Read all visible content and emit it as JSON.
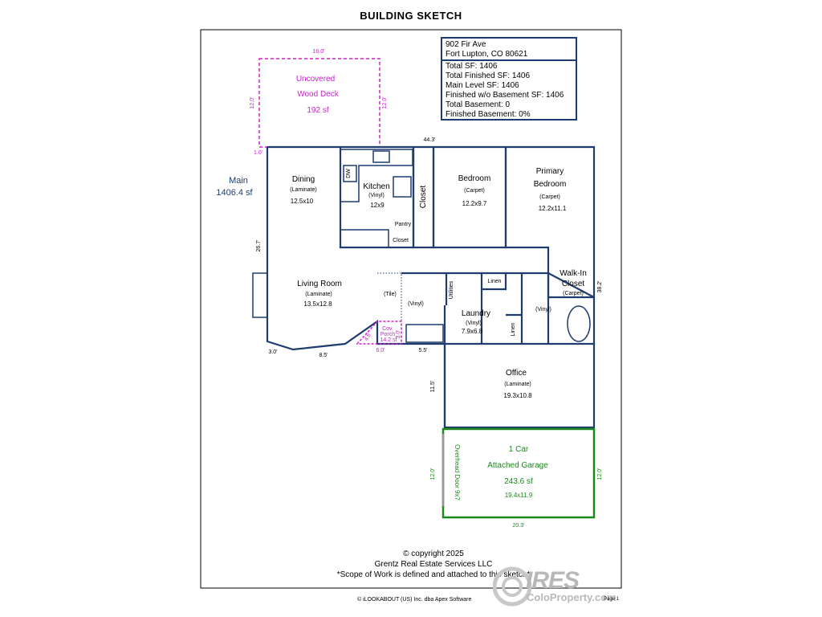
{
  "title": "BUILDING SKETCH",
  "info": {
    "address_line1": "902 Fir Ave",
    "address_line2": "Fort Lupton, CO 80621",
    "total_sf": "Total SF: 1406",
    "total_finished_sf": "Total Finished SF: 1406",
    "main_level_sf": "Main Level SF: 1406",
    "finished_wo_basement": "Finished w/o Basement SF: 1406",
    "total_basement": "Total Basement: 0",
    "finished_basement": "Finished Basement: 0%"
  },
  "deck": {
    "line1": "Uncovered",
    "line2": "Wood Deck",
    "area": "192 sf",
    "dim_top": "16.0'",
    "dim_left": "12.0'",
    "dim_right": "12.0'",
    "dim_offset": "1.0'"
  },
  "main": {
    "label": "Main",
    "area": "1406.4 sf",
    "dim_top": "44.3'",
    "dim_left": "26.7'",
    "dim_right": "38.2'",
    "dim_bottom_a": "3.0'",
    "dim_bottom_b": "8.5'",
    "dim_bottom_c": "5.5'",
    "dim_office_left": "11.5'"
  },
  "rooms": {
    "dining": {
      "name": "Dining",
      "floor": "(Laminate)",
      "size": "12.5x10"
    },
    "kitchen": {
      "name": "Kitchen",
      "floor": "(Vinyl)",
      "size": "12x9",
      "dw": "DW",
      "pantry": "Pantry",
      "closet": "Closet"
    },
    "closet_vertical": "Closet",
    "bedroom": {
      "name": "Bedroom",
      "floor": "(Carpet)",
      "size": "12.2x9.7"
    },
    "primary": {
      "name1": "Primary",
      "name2": "Bedroom",
      "floor": "(Carpet)",
      "size": "12.2x11.1"
    },
    "living": {
      "name": "Living Room",
      "floor": "(Laminate)",
      "size": "13.5x12.8"
    },
    "tile": "(Tile)",
    "vinyl_bath": "(Vinyl)",
    "utilities": "Utilities",
    "linen_top": "Linen",
    "linen_side": "Linen",
    "laundry": {
      "name": "Laundry",
      "floor": "(Vinyl)",
      "size": "7.9x6.8"
    },
    "vinyl_primary_bath": "(Vinyl)",
    "walkin": {
      "name1": "Walk-In",
      "name2": "Closet",
      "floor": "(Carpet)"
    },
    "office": {
      "name": "Office",
      "floor": "(Laminate)",
      "size": "19.3x10.8"
    }
  },
  "porch": {
    "line1": "Cov.",
    "line2": "Porch",
    "area": "14.2 sf",
    "dim_diag": "4.6'",
    "dim_side": "3.0'",
    "dim_bottom": "6.0'"
  },
  "garage": {
    "line1": "1 Car",
    "line2": "Attached Garage",
    "area": "243.6 sf",
    "size": "19.4x11.9",
    "door": "Overhead Door 9x7",
    "dim_left": "12.0'",
    "dim_right": "12.0'",
    "dim_bottom": "20.3'"
  },
  "copyright": {
    "line1": "© copyright 2025",
    "line2": "Grentz Real Estate Services LLC",
    "line3": "*Scope of Work is defined and attached to this sketch*"
  },
  "footer": "© iLOOKABOUT (US) Inc. dba Apex Software",
  "page": "Page 1",
  "watermark": {
    "brand": "IRES",
    "sub": "ColoProperty.com"
  },
  "colors": {
    "wall": "#1e3c6e",
    "deck": "#cc22cc",
    "garage": "#1a8a1a",
    "main_label": "#1e3c6e"
  }
}
